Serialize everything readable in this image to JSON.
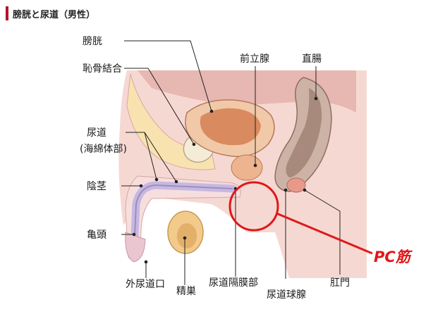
{
  "title": "膀胱と尿道（男性）",
  "labels": {
    "bladder": "膀胱",
    "pubic_symphysis": "恥骨結合",
    "prostate": "前立腺",
    "rectum": "直腸",
    "urethra_line1": "尿道",
    "urethra_line2": "(海綿体部)",
    "penis": "陰茎",
    "glans": "亀頭",
    "external_urethral_orifice": "外尿道口",
    "testis": "精巣",
    "membranous_urethra": "尿道隔膜部",
    "bulbourethral_gland": "尿道球腺",
    "anus": "肛門",
    "pc_muscle": "PC筋"
  },
  "colors": {
    "title_accent": "#b0152a",
    "highlight": "#e01818",
    "tissue": "#f3d3ce",
    "bladder": "#d98a5e",
    "rectum": "#a88a7c",
    "urethra": "#c7b8df"
  }
}
